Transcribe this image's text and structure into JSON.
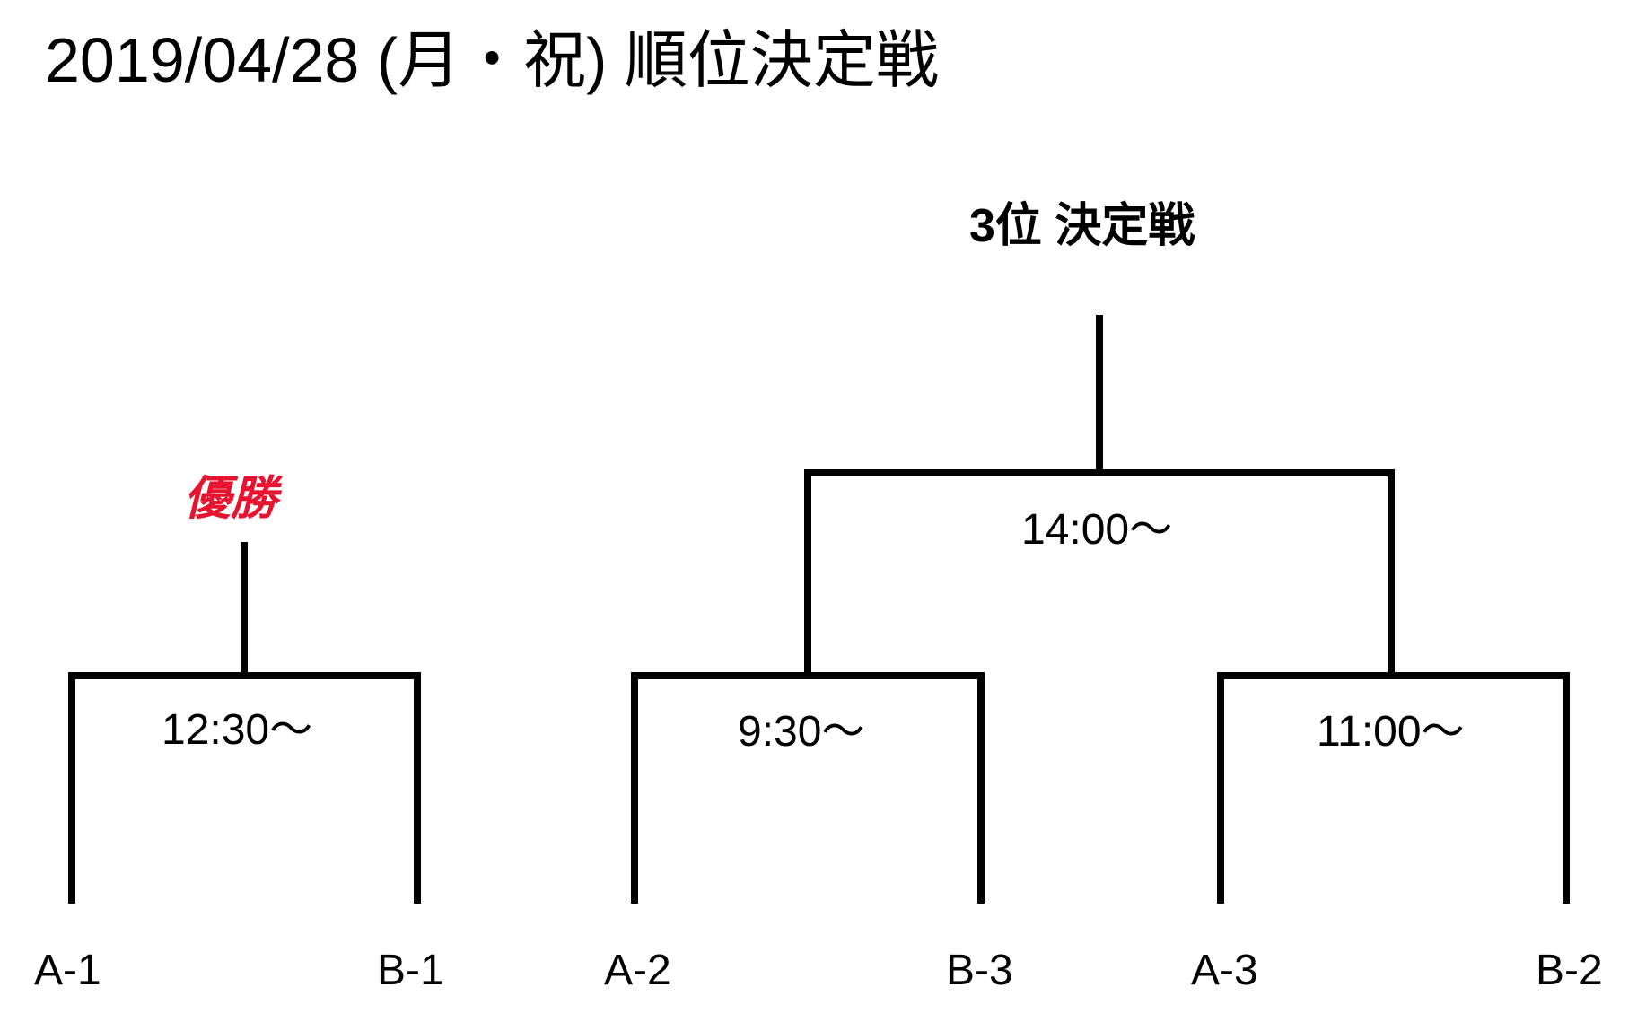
{
  "title": "2019/04/28 (月・祝) 順位決定戦",
  "bracket": {
    "third_place_label": "3位 決定戦",
    "champion_label": "優勝",
    "matches": {
      "final_time": "12:30～",
      "semifinal_1_time": "9:30～",
      "semifinal_2_time": "11:00～",
      "third_place_time": "14:00～"
    },
    "teams": [
      "A-1",
      "B-1",
      "A-2",
      "B-3",
      "A-3",
      "B-2"
    ]
  }
}
